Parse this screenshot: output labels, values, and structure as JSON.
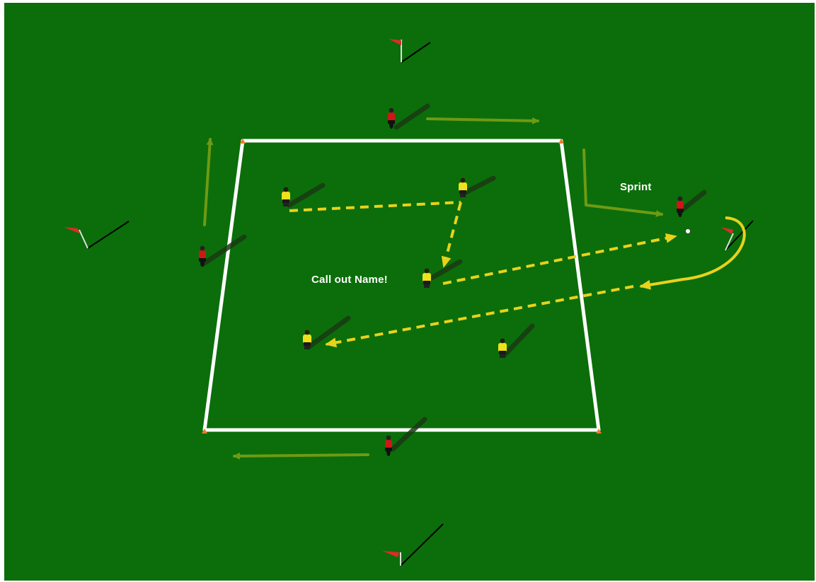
{
  "colors": {
    "pitch": "#0b6e0a",
    "frame": "#ffffff",
    "grid_lines": "#ffffff",
    "movement_arrow": "#6f9a14",
    "pass_line": "#e9d21c",
    "team_red": "#d01616",
    "team_yellow": "#ede21c",
    "shadow": "#1b3a14",
    "flag": "#e02a2a",
    "cone": "#f07a2a"
  },
  "labels": {
    "sprint": "Sprint",
    "call_out": "Call out Name!"
  },
  "players": [
    {
      "id": "red-top",
      "team": "red"
    },
    {
      "id": "red-left",
      "team": "red"
    },
    {
      "id": "red-bottom",
      "team": "red"
    },
    {
      "id": "red-right-sprinter",
      "team": "red"
    },
    {
      "id": "yellow-1",
      "team": "yellow"
    },
    {
      "id": "yellow-2",
      "team": "yellow"
    },
    {
      "id": "yellow-3",
      "team": "yellow"
    },
    {
      "id": "yellow-4",
      "team": "yellow"
    },
    {
      "id": "yellow-5",
      "team": "yellow"
    }
  ],
  "icons": {
    "flag": "corner-flag-icon",
    "cone": "cone-icon",
    "ball": "ball-icon"
  }
}
